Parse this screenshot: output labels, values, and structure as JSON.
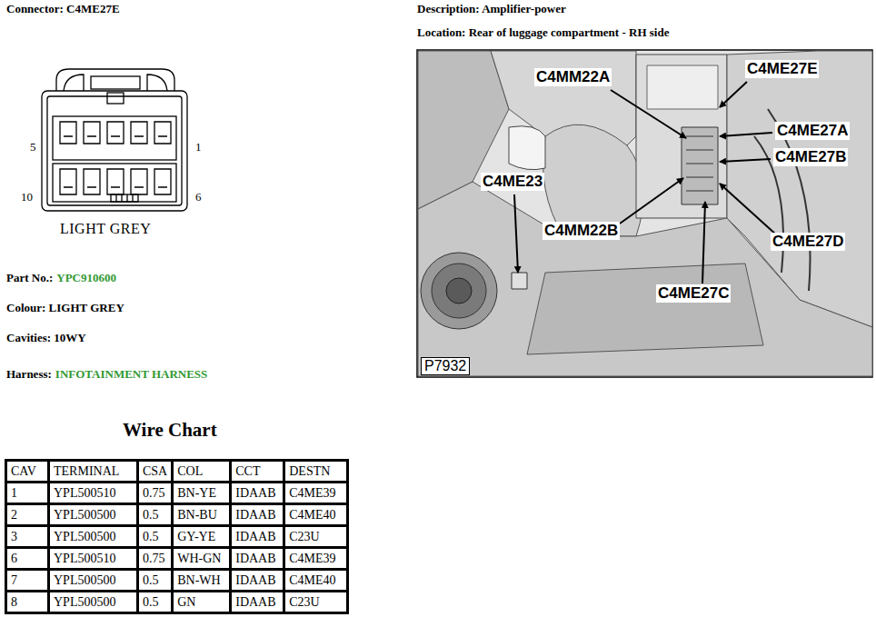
{
  "diagram": {
    "labels": [
      "Connector: C4ME27E",
      "Description: Amplifier-power",
      "Location: Rear of luggage compartment - RH side",
      "5",
      "1",
      "10",
      "6",
      "LIGHT GREY",
      "Part No.:",
      "YPC910600",
      "Colour: LIGHT GREY",
      "Cavities: 10WY",
      "Harness:",
      "INFOTAINMENT HARNESS",
      "Wire Chart",
      "CAV",
      "TERMINAL",
      "CSA",
      "COL",
      "CCT",
      "DESTN",
      "1",
      "YPL500510",
      "0.75",
      "BN-YE",
      "IDAAB",
      "C4ME39",
      "2",
      "YPL500500",
      "0.5",
      "BN-BU",
      "IDAAB",
      "C4ME40",
      "3",
      "YPL500500",
      "0.5",
      "GY-YE",
      "IDAAB",
      "C23U",
      "6",
      "YPL500510",
      "0.75",
      "WH-GN",
      "IDAAB",
      "C4ME39",
      "7",
      "YPL500500",
      "0.5",
      "BN-WH",
      "IDAAB",
      "C4ME40",
      "8",
      "YPL500500",
      "0.5",
      "GN",
      "IDAAB",
      "C23U",
      "C4MM22A",
      "C4ME27E",
      "C4ME27A",
      "C4ME27B",
      "C4ME23",
      "C4MM22B",
      "C4ME27D",
      "C4ME27C",
      "P7932"
    ]
  }
}
